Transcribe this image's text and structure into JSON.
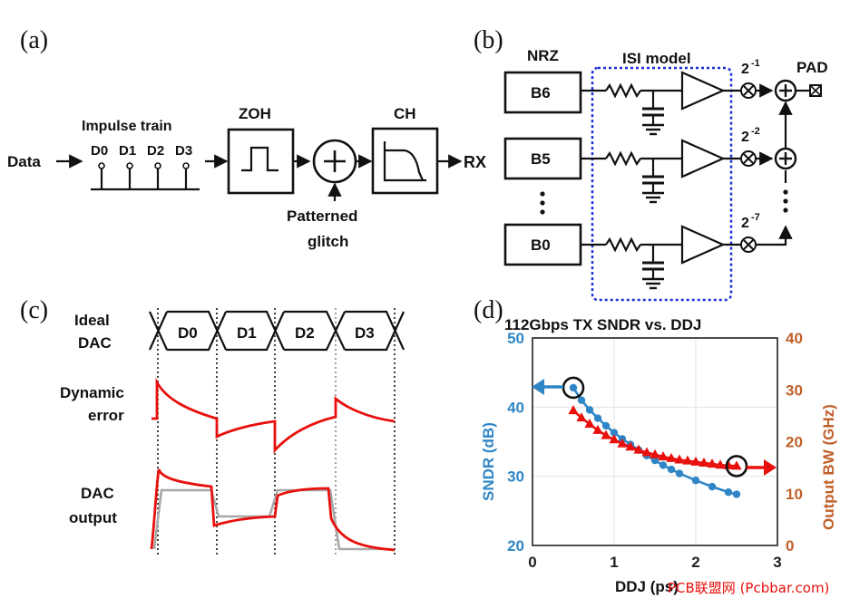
{
  "panel_a": {
    "tag": "(a)",
    "data_label": "Data",
    "impulse_title": "Impulse train",
    "impulses": [
      "D0",
      "D1",
      "D2",
      "D3"
    ],
    "zoh_label": "ZOH",
    "ch_label": "CH",
    "rx_label": "RX",
    "glitch_label_1": "Patterned",
    "glitch_label_2": "glitch"
  },
  "panel_b": {
    "tag": "(b)",
    "nrz_label": "NRZ",
    "isi_label": "ISI model",
    "pad_label": "PAD",
    "bits": [
      "B6",
      "B5",
      "B0"
    ],
    "weights": [
      {
        "base": "2",
        "exp": "-1"
      },
      {
        "base": "2",
        "exp": "-2"
      },
      {
        "base": "2",
        "exp": "-7"
      }
    ],
    "isi_box_color": "#1a2fd6"
  },
  "panel_c": {
    "tag": "(c)",
    "row1_l1": "Ideal",
    "row1_l2": "DAC",
    "row2_l1": "Dynamic",
    "row2_l2": "error",
    "row3_l1": "DAC",
    "row3_l2": "output",
    "symbols": [
      "D0",
      "D1",
      "D2",
      "D3"
    ],
    "trace_color": "#e8100c",
    "ideal_color": "#a8a8a8"
  },
  "panel_d": {
    "tag": "(d)",
    "watermark": "PCB联盟网 (Pcbbar.com)"
  },
  "chart_data": {
    "type": "line",
    "title": "112Gbps TX SNDR vs. DDJ",
    "xlabel": "DDJ (ps)",
    "ylabel_left": "SNDR (dB)",
    "ylabel_right": "Output BW (GHz)",
    "xlim": [
      0,
      3
    ],
    "ylim_left": [
      20,
      50
    ],
    "ylim_right": [
      0,
      40
    ],
    "x_ticks": [
      "0",
      "1",
      "2",
      "3"
    ],
    "y_ticks_left": [
      "20",
      "30",
      "40",
      "50"
    ],
    "y_ticks_right": [
      "0",
      "10",
      "20",
      "30",
      "40"
    ],
    "grid": true,
    "series": [
      {
        "axis": "left",
        "marker": "circle",
        "color": "#2f86c6",
        "x": [
          0.5,
          0.6,
          0.7,
          0.8,
          0.9,
          1.0,
          1.1,
          1.2,
          1.3,
          1.4,
          1.5,
          1.6,
          1.7,
          1.8,
          2.0,
          2.2,
          2.4,
          2.5
        ],
        "y": [
          42.8,
          41.0,
          39.6,
          38.4,
          37.3,
          36.3,
          35.4,
          34.6,
          33.8,
          33.0,
          32.3,
          31.6,
          31.0,
          30.4,
          29.4,
          28.5,
          27.7,
          27.4
        ]
      },
      {
        "axis": "right",
        "marker": "triangle",
        "color": "#e8100c",
        "x": [
          0.5,
          0.6,
          0.7,
          0.8,
          0.9,
          1.0,
          1.1,
          1.2,
          1.3,
          1.4,
          1.5,
          1.6,
          1.7,
          1.8,
          1.9,
          2.0,
          2.1,
          2.2,
          2.3,
          2.4,
          2.5
        ],
        "y": [
          26.0,
          24.6,
          23.4,
          22.2,
          21.2,
          20.4,
          19.6,
          19.0,
          18.4,
          17.9,
          17.5,
          17.1,
          16.8,
          16.5,
          16.3,
          16.1,
          15.9,
          15.7,
          15.5,
          15.4,
          15.3
        ]
      }
    ],
    "highlight_points": [
      {
        "axis": "left",
        "x": 0.5,
        "y": 42.8
      },
      {
        "axis": "right",
        "x": 2.5,
        "y": 15.3
      }
    ],
    "left_axis_color": "#2f86c6",
    "right_axis_color": "#c0602a"
  }
}
